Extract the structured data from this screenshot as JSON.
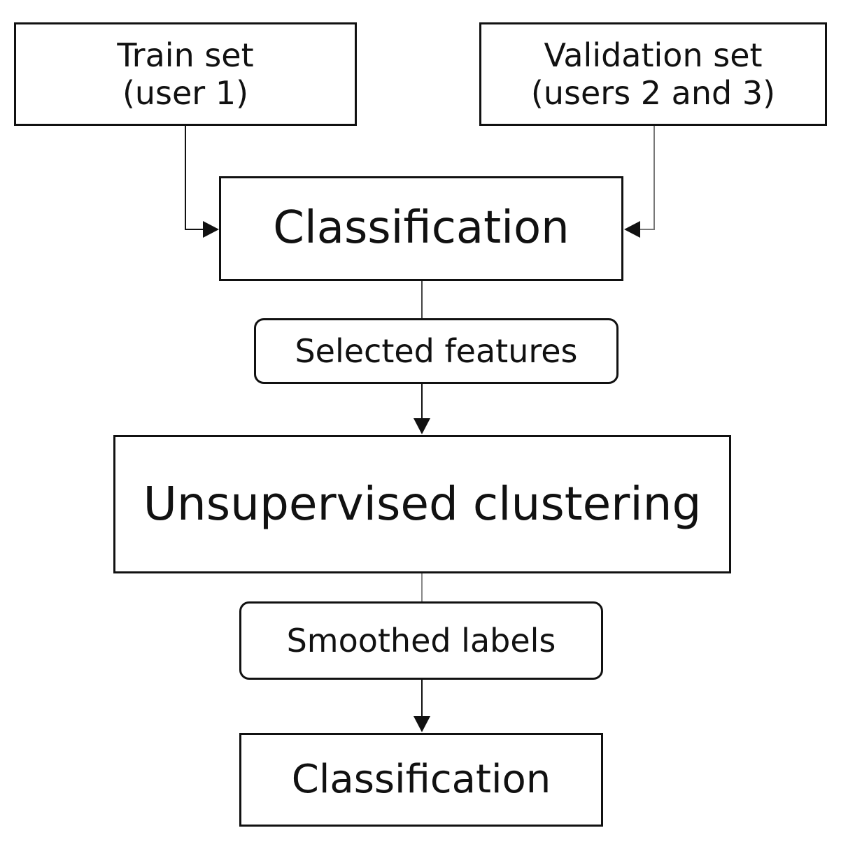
{
  "diagram": {
    "train_set": {
      "line1": "Train set",
      "line2": "(user 1)"
    },
    "validation_set": {
      "line1": "Validation set",
      "line2": "(users 2 and 3)"
    },
    "classification_top": "Classification",
    "selected_features": "Selected features",
    "unsupervised_clustering": "Unsupervised clustering",
    "smoothed_labels": "Smoothed labels",
    "classification_bottom": "Classification"
  }
}
